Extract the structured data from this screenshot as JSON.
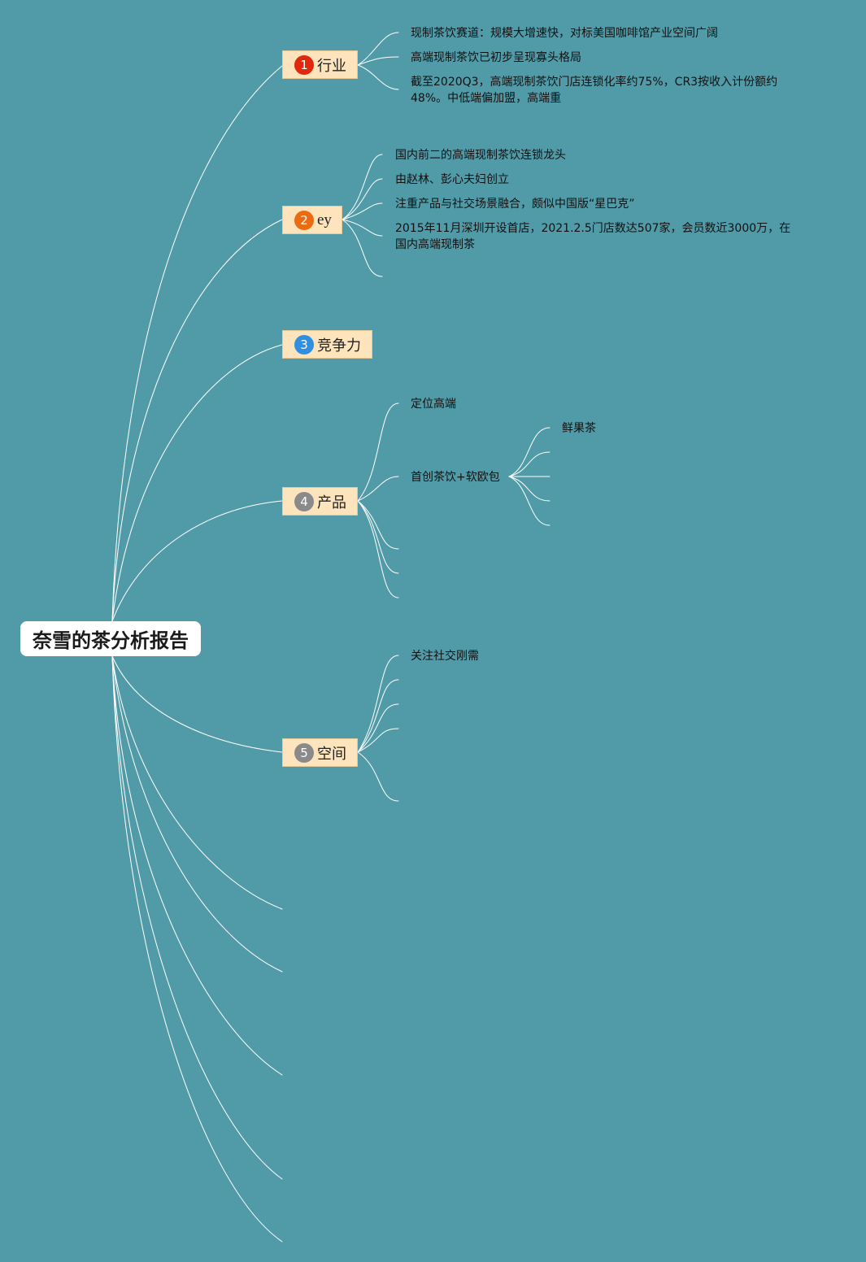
{
  "root": {
    "title": "奈雪的茶分析报告"
  },
  "colors": {
    "background": "#519ba8",
    "lines": "#ffffff",
    "topic_fill": "#fde4bd",
    "badge_1": "#e0280d",
    "badge_2": "#ec6a10",
    "badge_3": "#2f8fe0",
    "badge_4": "#8a8a8a",
    "badge_5": "#8a8a8a"
  },
  "topics": [
    {
      "num": "1",
      "label": "行业",
      "children": [
        "现制茶饮赛道：规模大增速快，对标美国咖啡馆产业空间广阔",
        "高端现制茶饮已初步呈现寡头格局",
        "截至2020Q3，高端现制茶饮门店连锁化率约75%，CR3按收入计份额约48%。中低端偏加盟，高端重"
      ]
    },
    {
      "num": "2",
      "label": "ey",
      "children": [
        "国内前二的高端现制茶饮连锁龙头",
        "由赵林、彭心夫妇创立",
        "注重产品与社交场景融合，颇似中国版“星巴克”",
        "2015年11月深圳开设首店，2021.2.5门店数达507家，会员数近3000万，在国内高端现制茶"
      ]
    },
    {
      "num": "3",
      "label": "竞争力",
      "children": []
    },
    {
      "num": "4",
      "label": "产品",
      "children": [
        "定位高端",
        "首创茶饮+软欧包"
      ],
      "grandchildren": [
        "鲜果茶"
      ]
    },
    {
      "num": "5",
      "label": "空间",
      "children": [
        "关注社交刚需"
      ]
    }
  ]
}
